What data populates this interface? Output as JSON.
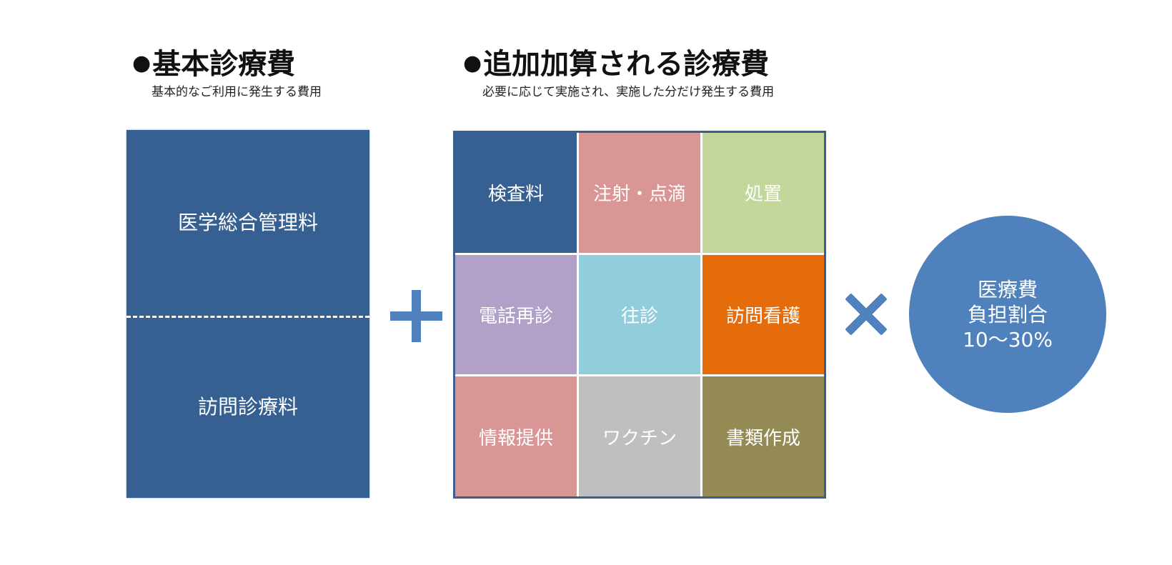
{
  "basic": {
    "bullet": "●",
    "title": "基本診療費",
    "subtitle": "基本的なご利用に発生する費用",
    "items": [
      "医学総合管理料",
      "訪問診療料"
    ],
    "color": "#366092"
  },
  "additional": {
    "bullet": "●",
    "title": "追加加算される診療費",
    "subtitle": "必要に応じて実施され、実施した分だけ発生する費用",
    "cells": [
      {
        "label": "検査料",
        "color": "#366092"
      },
      {
        "label": "注射・点滴",
        "color": "#da9694"
      },
      {
        "label": "処置",
        "color": "#c4d79b"
      },
      {
        "label": "電話再診",
        "color": "#b1a0c7"
      },
      {
        "label": "往診",
        "color": "#92cddc"
      },
      {
        "label": "訪問看護",
        "color": "#e46c0a"
      },
      {
        "label": "情報提供",
        "color": "#da9694"
      },
      {
        "label": "ワクチン",
        "color": "#bfbfbf"
      },
      {
        "label": "書類作成",
        "color": "#948a54"
      }
    ]
  },
  "operators": {
    "plus": "plus-icon",
    "times": "times-icon",
    "color": "#4f81bd"
  },
  "ratio": {
    "lines": [
      "医療費",
      "負担割合",
      "10〜30%"
    ],
    "color": "#4f81bd"
  }
}
